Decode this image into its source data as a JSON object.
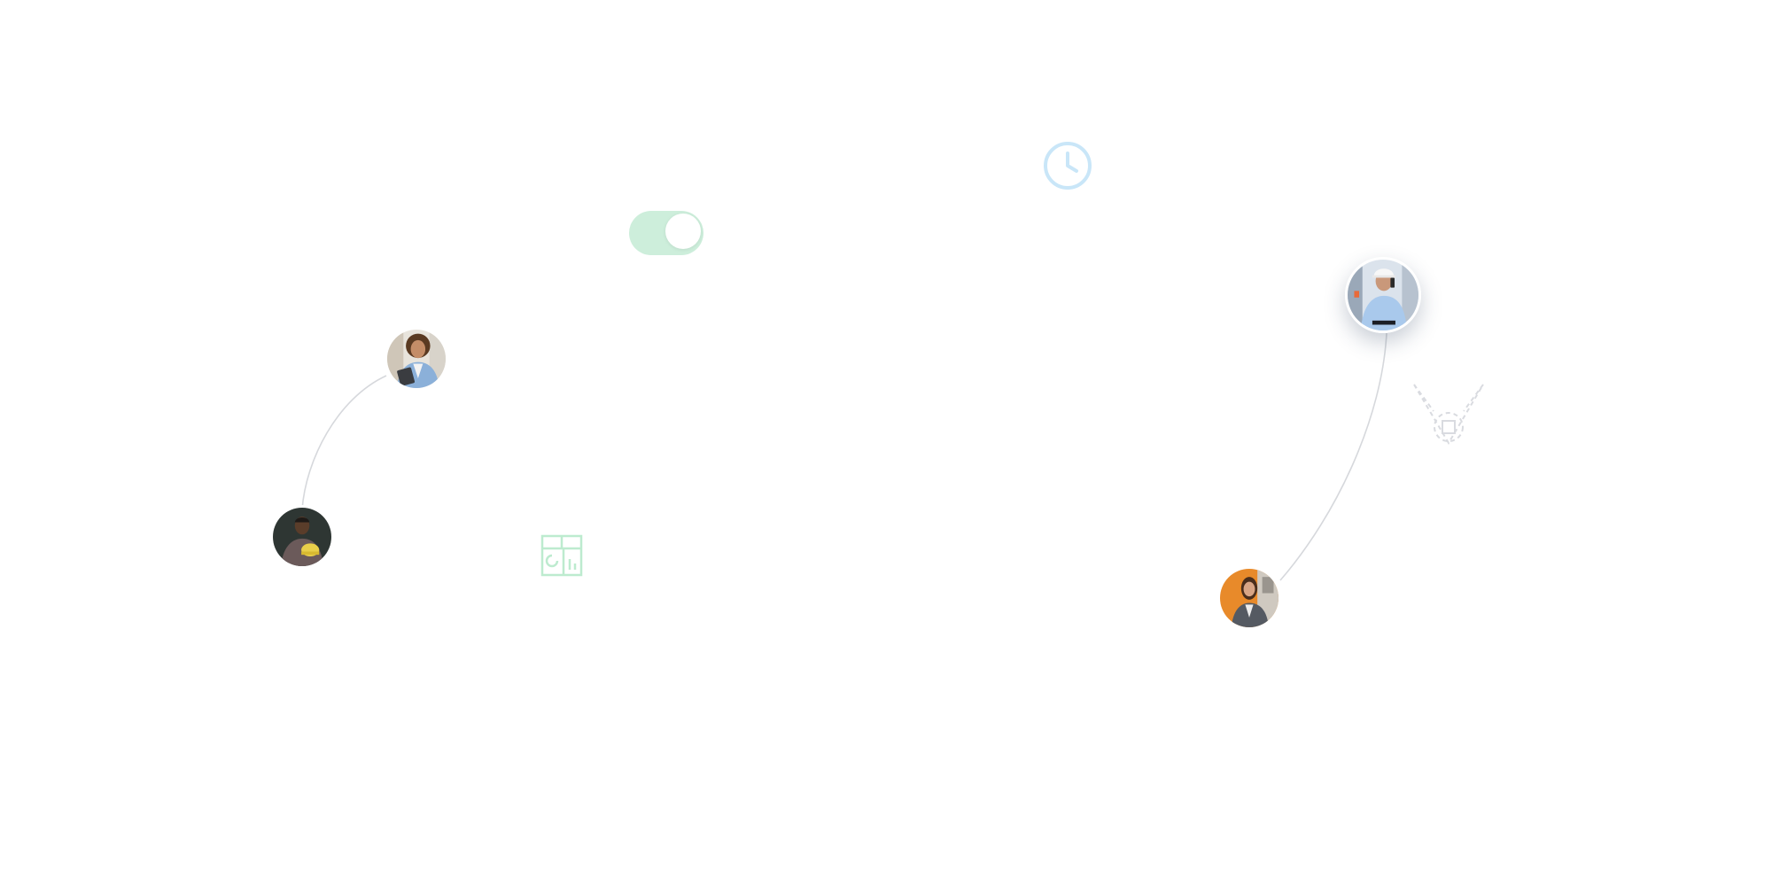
{
  "colors": {
    "toggle_track": "#cdeedb",
    "clock_stroke": "#c9e6f8",
    "dashboard_stroke": "#bdebcf",
    "connector": "#d6d8dc",
    "shape_dashed": "#d9dbe0"
  },
  "toggle": {
    "state": "on"
  },
  "icons": [
    "clock-icon",
    "dashboard-icon",
    "pen-tool-icon"
  ],
  "avatars": [
    {
      "id": "woman-clipboard",
      "description_hint": "person"
    },
    {
      "id": "man-hardhat",
      "description_hint": "person"
    },
    {
      "id": "engineer-phone",
      "description_hint": "person"
    },
    {
      "id": "woman-orange",
      "description_hint": "person"
    }
  ]
}
